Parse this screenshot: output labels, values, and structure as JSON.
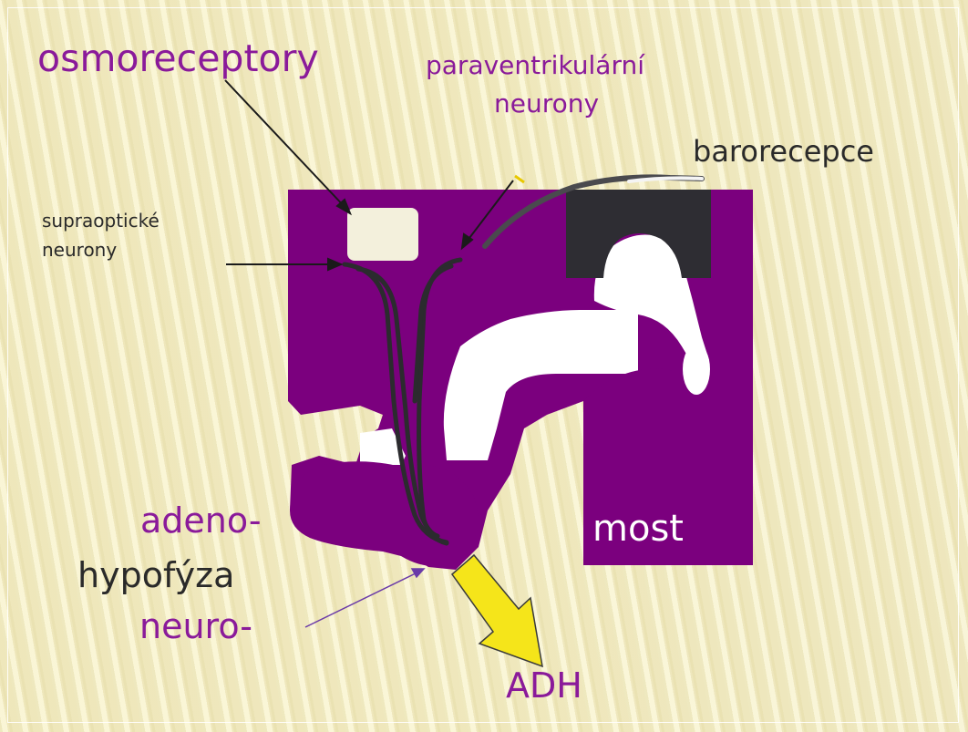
{
  "labels": {
    "osmoreceptory": "osmoreceptory",
    "paraventrikularni_1": "paraventrikulární",
    "paraventrikularni_2": "neurony",
    "barorecepce": "barorecepce",
    "supraopticke_1": "supraoptické",
    "supraopticke_2": "neurony",
    "adeno": "adeno-",
    "hypofyza": "hypofýza",
    "neuro": "neuro-",
    "adh": "ADH",
    "most": "most"
  },
  "colors": {
    "tissue": "#7b007e",
    "label_purple": "#8a1a9a",
    "text_dark": "#2a2a2a",
    "neuron_fiber": "#2b2b2e",
    "baroreceptor_block": "#2e2d33",
    "osmoreceptor_box": "#f3f0dc",
    "adh_arrow": "#f5e51a"
  }
}
